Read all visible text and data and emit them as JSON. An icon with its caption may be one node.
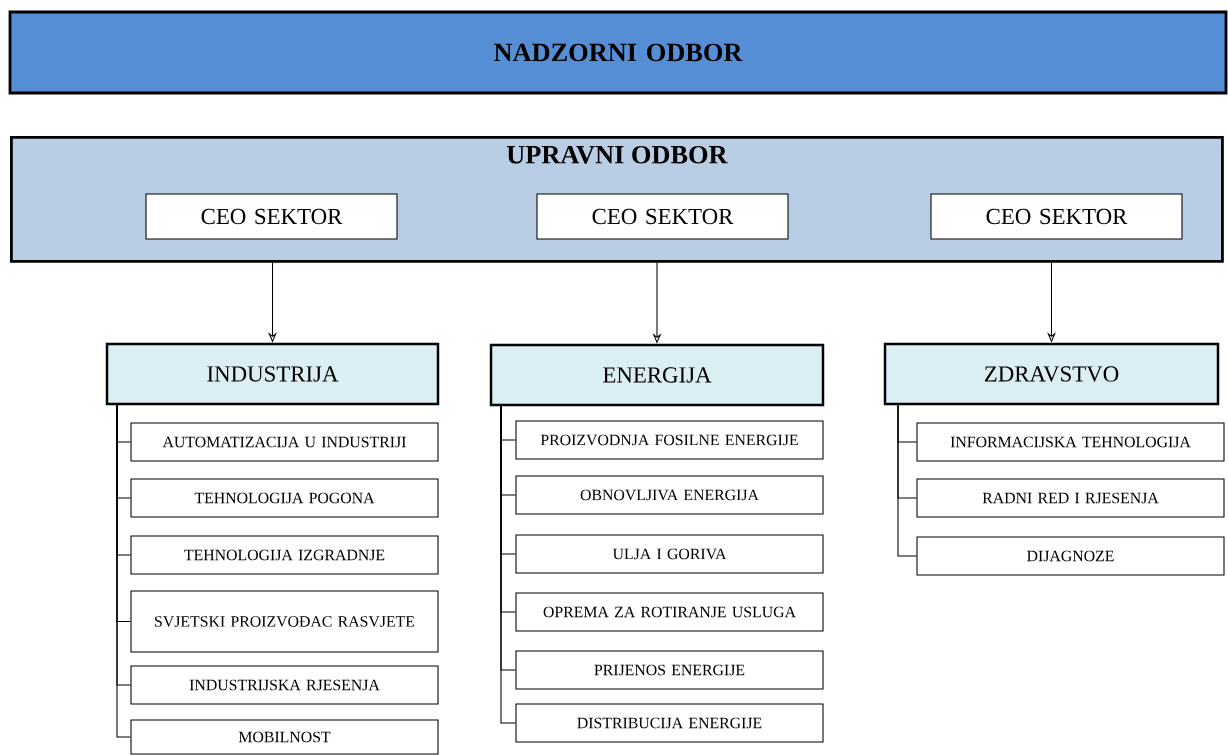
{
  "diagram": {
    "nodes": [
      {
        "text": [
          "NADZORNI ODBOR"
        ]
      },
      {
        "text": [
          "UPRAVNI ODBOR"
        ]
      },
      {
        "text": [
          "CEO SEKTOR"
        ],
        "in": 1
      },
      {
        "text": [
          "CEO SEKTOR"
        ],
        "in": 1
      },
      {
        "text": [
          "CEO SEKTOR"
        ],
        "in": 1
      },
      {
        "text": [
          "INDUSTRIJA"
        ]
      },
      {
        "text": [
          "ENERGIJA"
        ]
      },
      {
        "text": [
          "ZDRAVSTVO"
        ]
      },
      {
        "text": [
          "AUTOMATIZACIJA U INDUSTRIJI"
        ]
      },
      {
        "text": [
          "TEHNOLOGIJA POGONA"
        ]
      },
      {
        "text": [
          "TEHNOLOGIJA IZGRADNJE"
        ]
      },
      {
        "text": [
          "SVJETSKI PROIZVOĐAC RASVJETE"
        ]
      },
      {
        "text": [
          "INDUSTRIJSKA RJESENJA"
        ]
      },
      {
        "text": [
          "MOBILNOST"
        ]
      },
      {
        "text": [
          "PROIZVODNJA FOSILNE ENERGIJE"
        ]
      },
      {
        "text": [
          "OBNOVLJIVA ENERGIJA"
        ]
      },
      {
        "text": [
          "ULJA I GORIVA"
        ]
      },
      {
        "text": [
          "OPREMA ZA ROTIRANJE USLUGA"
        ]
      },
      {
        "text": [
          "PRIJENOS ENERGIJE"
        ]
      },
      {
        "text": [
          "DISTRIBUCIJA ENERGIJE"
        ]
      },
      {
        "text": [
          "INFORMACIJSKA TEHNOLOGIJA"
        ]
      },
      {
        "text": [
          "RADNI RED I RJESENJA"
        ]
      },
      {
        "text": [
          "DIJAGNOZE"
        ]
      }
    ],
    "edges": [
      {
        "from": 1,
        "to": 5,
        "arrow": "to"
      },
      {
        "from": 1,
        "to": 6,
        "arrow": "to"
      },
      {
        "from": 1,
        "to": 7,
        "arrow": "to"
      },
      {
        "from": 5,
        "to": 8,
        "arrow": "none"
      },
      {
        "from": 5,
        "to": 9,
        "arrow": "none"
      },
      {
        "from": 5,
        "to": 10,
        "arrow": "none"
      },
      {
        "from": 5,
        "to": 11,
        "arrow": "none"
      },
      {
        "from": 5,
        "to": 12,
        "arrow": "none"
      },
      {
        "from": 5,
        "to": 13,
        "arrow": "none"
      },
      {
        "from": 6,
        "to": 14,
        "arrow": "none"
      },
      {
        "from": 6,
        "to": 15,
        "arrow": "none"
      },
      {
        "from": 6,
        "to": 16,
        "arrow": "none"
      },
      {
        "from": 6,
        "to": 17,
        "arrow": "none"
      },
      {
        "from": 6,
        "to": 18,
        "arrow": "none"
      },
      {
        "from": 6,
        "to": 19,
        "arrow": "none"
      },
      {
        "from": 7,
        "to": 20,
        "arrow": "none"
      },
      {
        "from": 7,
        "to": 21,
        "arrow": "none"
      },
      {
        "from": 7,
        "to": 22,
        "arrow": "none"
      }
    ]
  }
}
